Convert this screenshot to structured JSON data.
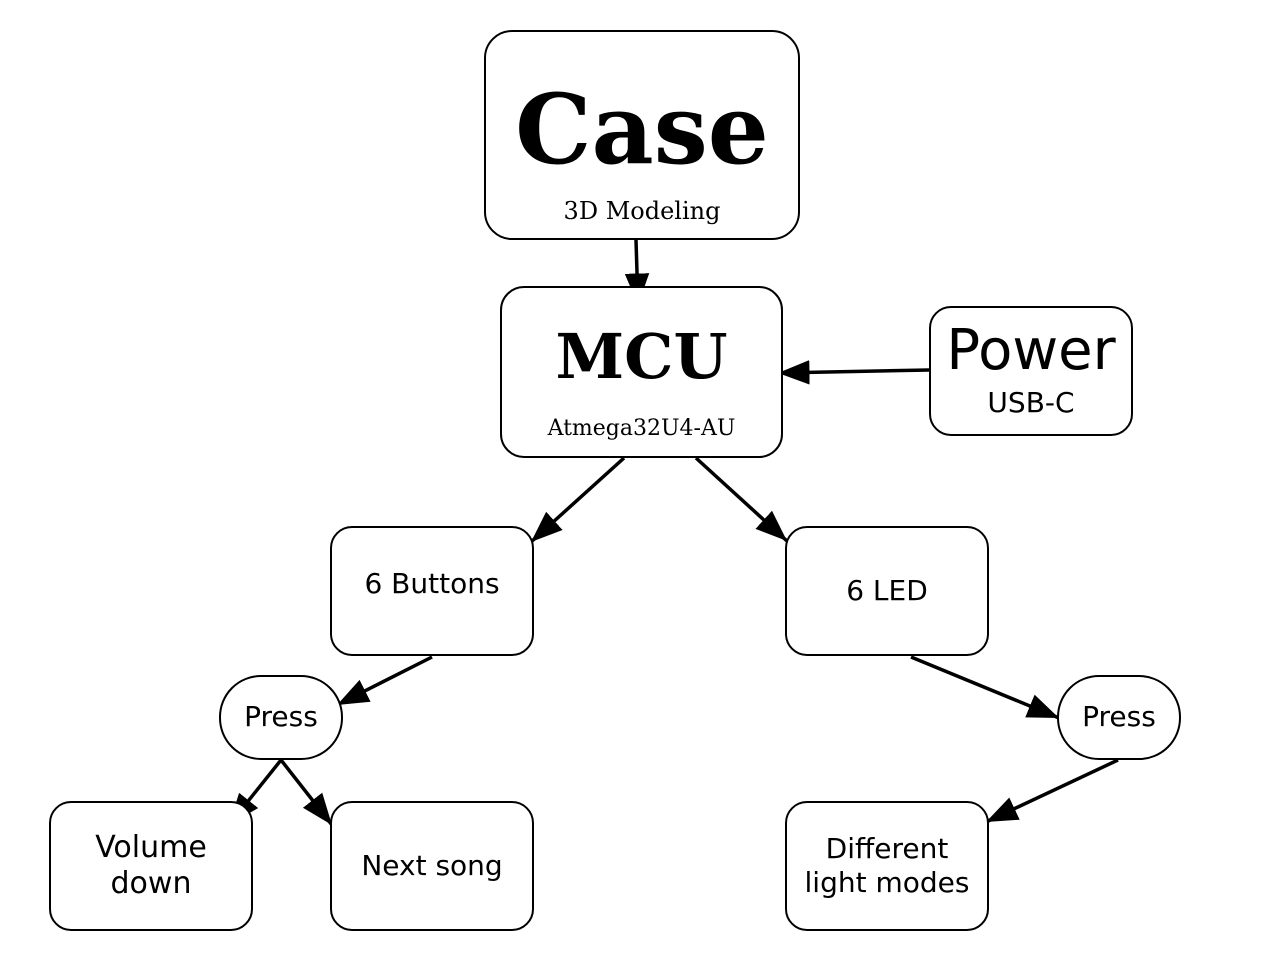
{
  "nodes": {
    "case": {
      "title": "Case",
      "subtitle": "3D Modeling"
    },
    "mcu": {
      "title": "MCU",
      "subtitle": "Atmega32U4-AU"
    },
    "power": {
      "title": "Power",
      "subtitle": "USB-C"
    },
    "buttons": {
      "title": "6 Buttons"
    },
    "led": {
      "title": "6 LED"
    },
    "press_left": {
      "title": "Press"
    },
    "press_right": {
      "title": "Press"
    },
    "volume": {
      "line1": "Volume",
      "line2": "down"
    },
    "next": {
      "title": "Next song"
    },
    "modes": {
      "line1": "Different",
      "line2": "light modes"
    }
  },
  "edges": [
    {
      "from": "case",
      "to": "mcu"
    },
    {
      "from": "power",
      "to": "mcu"
    },
    {
      "from": "mcu",
      "to": "buttons"
    },
    {
      "from": "mcu",
      "to": "led"
    },
    {
      "from": "buttons",
      "to": "press_left"
    },
    {
      "from": "press_left",
      "to": "volume"
    },
    {
      "from": "press_left",
      "to": "next"
    },
    {
      "from": "led",
      "to": "press_right"
    },
    {
      "from": "press_right",
      "to": "modes"
    }
  ],
  "colors": {
    "stroke": "#000000",
    "fill": "#ffffff",
    "text": "#000000"
  }
}
